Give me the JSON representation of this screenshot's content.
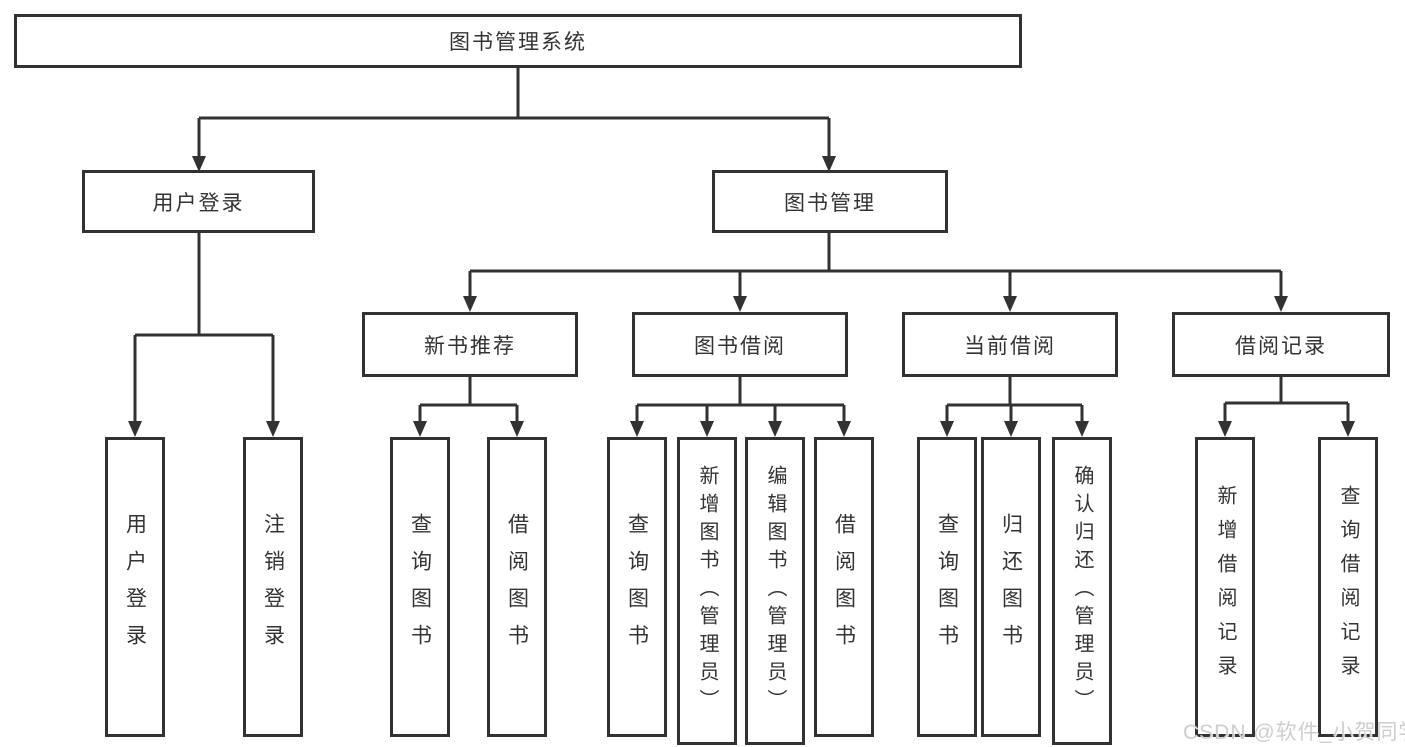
{
  "nodes": {
    "root": "图书管理系统",
    "user_login": "用户登录",
    "book_management": "图书管理",
    "new_book_recommend": "新书推荐",
    "book_borrow": "图书借阅",
    "current_borrow": "当前借阅",
    "borrow_records": "借阅记录",
    "user_login_children": [
      "用户登录",
      "注销登录"
    ],
    "new_book_children": [
      "查询图书",
      "借阅图书"
    ],
    "book_borrow_children": [
      "查询图书",
      "新增图书（管理员）",
      "编辑图书（管理员）",
      "借阅图书"
    ],
    "current_borrow_children": [
      "查询图书",
      "归还图书",
      "确认归还（管理员）"
    ],
    "borrow_records_children": [
      "新增借阅记录",
      "查询借阅记录"
    ]
  },
  "watermark": "CSDN @软件_小贺同学",
  "colors": {
    "line": "#323232",
    "box_border": "#323232",
    "box_fill": "#ffffff",
    "text": "#333333",
    "background": "#ffffff",
    "watermark": "#cbcbcb"
  }
}
